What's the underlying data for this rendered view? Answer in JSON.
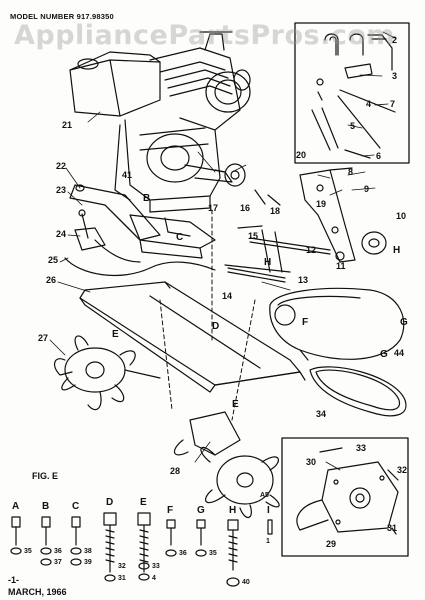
{
  "header": {
    "model_number": "MODEL NUMBER 917.98350"
  },
  "watermark": "AppliancePartsPros.com",
  "figure_label": "FIG. E",
  "footer": {
    "page": "-1-",
    "date": "MARCH, 1966"
  },
  "inset_code": "A5",
  "callouts": [
    "1",
    "2",
    "3",
    "4",
    "5",
    "6",
    "7",
    "8",
    "9",
    "10",
    "11",
    "12",
    "13",
    "14",
    "15",
    "16",
    "17",
    "18",
    "19",
    "20",
    "21",
    "22",
    "23",
    "24",
    "25",
    "26",
    "27",
    "28",
    "29",
    "30",
    "31",
    "32",
    "33",
    "34",
    "35",
    "36",
    "37",
    "38",
    "39",
    "40",
    "41",
    "44"
  ],
  "letters": [
    "A",
    "B",
    "C",
    "D",
    "E",
    "F",
    "G",
    "H",
    "I"
  ],
  "colors": {
    "ink": "#111111",
    "paper": "#fdfdfb",
    "watermark": "#969696"
  }
}
